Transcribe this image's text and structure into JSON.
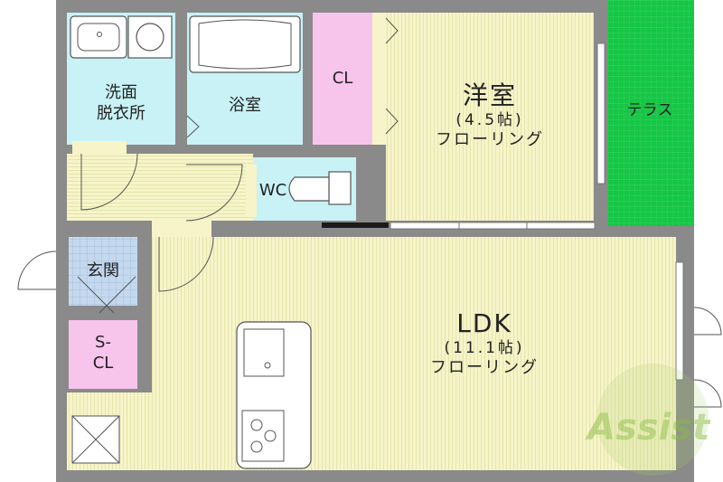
{
  "colors": {
    "wall": "#8a8a8a",
    "floor": "#f6f4c8",
    "wet": "#c8f2f6",
    "closet": "#f7c4ec",
    "entry": "#c4d8ee",
    "terrace": "#16c646",
    "logo": "#a9cf6a"
  },
  "rooms": {
    "washroom": {
      "line1": "洗面",
      "line2": "脱衣所"
    },
    "bath": {
      "label": "浴室"
    },
    "closet": {
      "label": "CL"
    },
    "western": {
      "name": "洋室",
      "area": "(4.5帖)",
      "floor": "フローリング"
    },
    "terrace": {
      "label": "テラス"
    },
    "wc": {
      "label": "WC"
    },
    "entrance": {
      "label": "玄関"
    },
    "sc": {
      "line1": "S-",
      "line2": "CL"
    },
    "ldk": {
      "name": "LDK",
      "area": "(11.1帖)",
      "floor": "フローリング"
    }
  },
  "logo": {
    "text": "Assist"
  }
}
